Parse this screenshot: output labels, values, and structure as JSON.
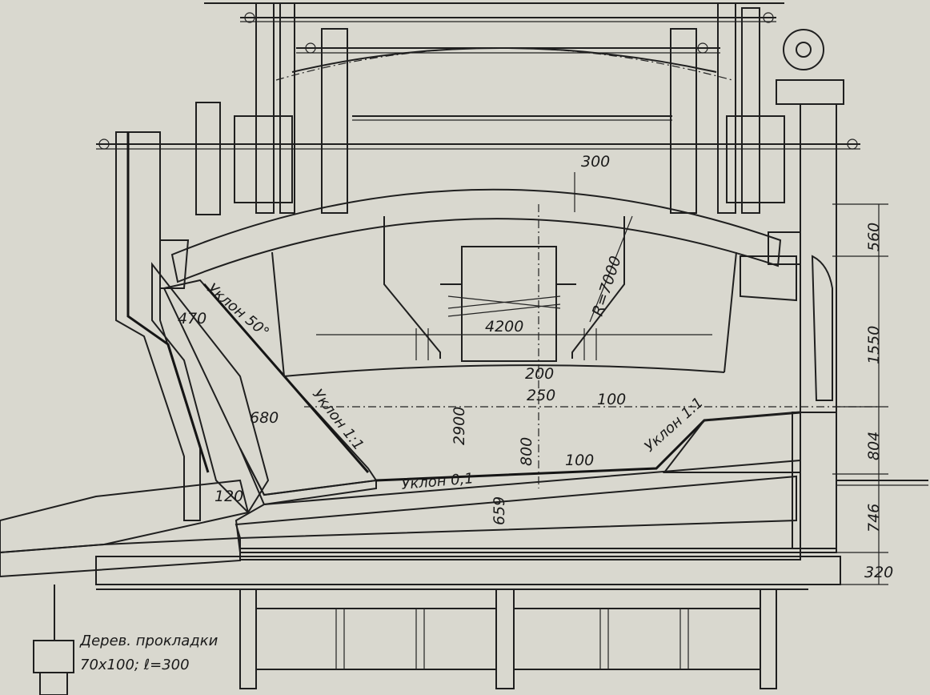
{
  "colors": {
    "paper": "#d9d8cf",
    "ink": "#1a1a1a",
    "fill_light": "#cfcdc2",
    "fill_gray": "#8e8c85"
  },
  "dimensions": {
    "d300": "300",
    "r7000": "R=7000",
    "d4200": "4200",
    "d200": "200",
    "d250": "250",
    "d100a": "100",
    "d2900": "2900",
    "d800": "800",
    "d100b": "100",
    "d470": "470",
    "d680": "680",
    "d120": "120",
    "d659": "659",
    "d560": "560",
    "d1550": "1550",
    "d804": "804",
    "d746": "746",
    "d320": "320"
  },
  "labels": {
    "slope50": "Уклон 50°",
    "slope11_left": "Уклон 1:1",
    "slope11_right": "Уклон 1:1",
    "slope01": "Уклон 0,1"
  },
  "note": {
    "line1": "Дерев. прокладки",
    "line2": "70x100; ℓ=300"
  }
}
